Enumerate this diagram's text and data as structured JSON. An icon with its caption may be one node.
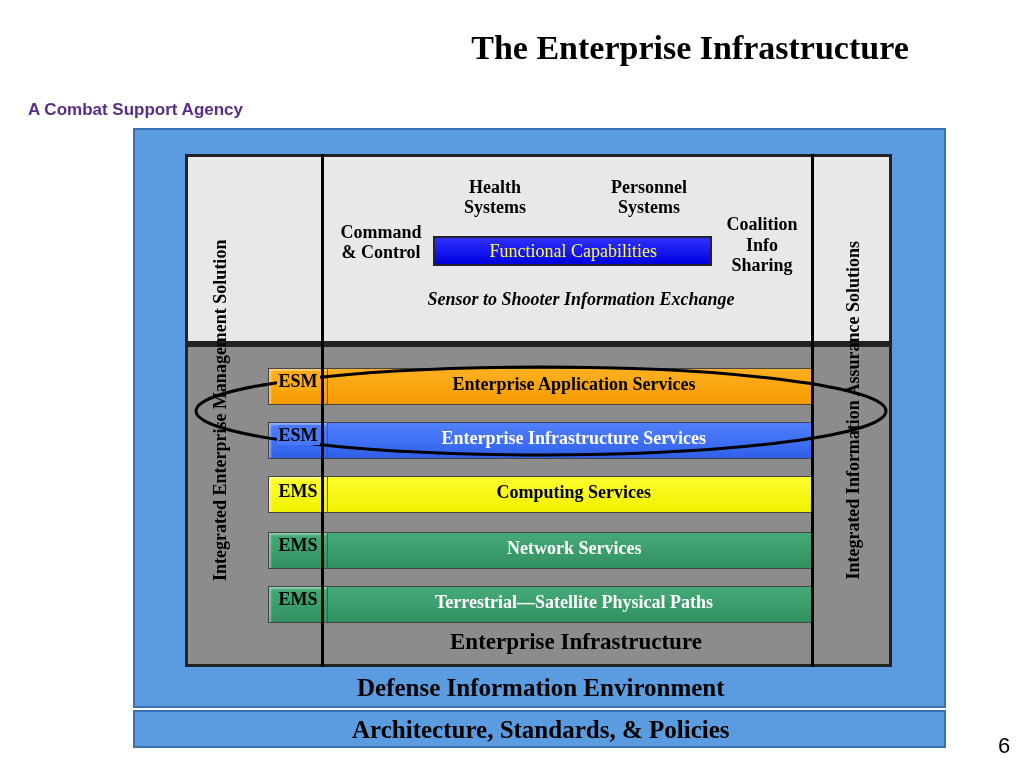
{
  "diagram": {
    "title": "The Enterprise Infrastructure",
    "nodes": [
      {
        "text": [
          "Defense Information Environment"
        ]
      },
      {
        "text": [
          "Architecture, Standards, & Policies"
        ]
      },
      {
        "text": [
          "Health Systems",
          "Personnel Systems",
          "Command & Control",
          "Coalition Info Sharing",
          "Sensor to Shooter Information Exchange"
        ],
        "in": 0
      },
      {
        "text": [
          "Functional Capabilities"
        ],
        "in": 2
      },
      {
        "text": [
          "Enterprise Infrastructure"
        ],
        "in": 0
      },
      {
        "text": [
          "ESM",
          "Enterprise Application Services"
        ],
        "in": 4
      },
      {
        "text": [
          "ESM",
          "Enterprise Infrastructure Services"
        ],
        "in": 4
      },
      {
        "text": [
          "EMS",
          "Computing Services"
        ],
        "in": 4
      },
      {
        "text": [
          "EMS",
          "Network Services"
        ],
        "in": 4
      },
      {
        "text": [
          "EMS",
          "Terrestrial—Satellite Physical Paths"
        ],
        "in": 4
      },
      {
        "text": [
          "Integrated Enterprise Management Solution"
        ],
        "in": 0
      },
      {
        "text": [
          "Integrated Information Assurance Solutions"
        ],
        "in": 0
      }
    ],
    "labels": [
      "A Combat Support Agency",
      "6"
    ]
  }
}
